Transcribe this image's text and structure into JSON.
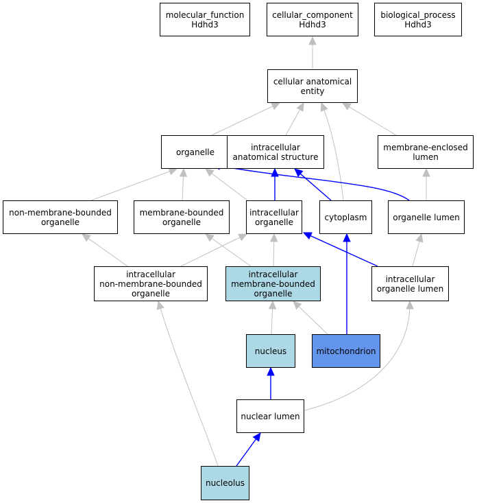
{
  "colors": {
    "is_a_edge": "#c0c0c0",
    "part_of_edge": "#0000ff",
    "node_default": "#ffffff",
    "node_light": "#add8e6",
    "node_focus": "#6495ed"
  },
  "nodes": {
    "molecular_function": {
      "label": "molecular_function\nHdhd3",
      "fill": "#ffffff"
    },
    "cellular_component": {
      "label": "cellular_component\nHdhd3",
      "fill": "#ffffff"
    },
    "biological_process": {
      "label": "biological_process\nHdhd3",
      "fill": "#ffffff"
    },
    "cellular_anatomical_entity": {
      "label": "cellular anatomical\nentity",
      "fill": "#ffffff"
    },
    "organelle": {
      "label": "organelle",
      "fill": "#ffffff"
    },
    "intracellular_anatomical_structure": {
      "label": "intracellular\nanatomical structure",
      "fill": "#ffffff"
    },
    "membrane_enclosed_lumen": {
      "label": "membrane-enclosed\nlumen",
      "fill": "#ffffff"
    },
    "non_membrane_bounded_organelle": {
      "label": "non-membrane-bounded\norganelle",
      "fill": "#ffffff"
    },
    "membrane_bounded_organelle": {
      "label": "membrane-bounded\norganelle",
      "fill": "#ffffff"
    },
    "intracellular_organelle": {
      "label": "intracellular\norganelle",
      "fill": "#ffffff"
    },
    "cytoplasm": {
      "label": "cytoplasm",
      "fill": "#ffffff"
    },
    "organelle_lumen": {
      "label": "organelle lumen",
      "fill": "#ffffff"
    },
    "intracellular_non_membrane_bounded_organelle": {
      "label": "intracellular\nnon-membrane-bounded\norganelle",
      "fill": "#ffffff"
    },
    "intracellular_membrane_bounded_organelle": {
      "label": "intracellular\nmembrane-bounded\norganelle",
      "fill": "#add8e6"
    },
    "intracellular_organelle_lumen": {
      "label": "intracellular\norganelle lumen",
      "fill": "#ffffff"
    },
    "nucleus": {
      "label": "nucleus",
      "fill": "#add8e6"
    },
    "mitochondrion": {
      "label": "mitochondrion",
      "fill": "#6495ed"
    },
    "nuclear_lumen": {
      "label": "nuclear lumen",
      "fill": "#ffffff"
    },
    "nucleolus": {
      "label": "nucleolus",
      "fill": "#add8e6"
    }
  },
  "edges": [
    {
      "from": "cellular_anatomical_entity",
      "to": "cellular_component",
      "type": "is_a"
    },
    {
      "from": "organelle",
      "to": "cellular_anatomical_entity",
      "type": "is_a"
    },
    {
      "from": "intracellular_anatomical_structure",
      "to": "cellular_anatomical_entity",
      "type": "is_a"
    },
    {
      "from": "cytoplasm",
      "to": "cellular_anatomical_entity",
      "type": "is_a"
    },
    {
      "from": "membrane_enclosed_lumen",
      "to": "cellular_anatomical_entity",
      "type": "is_a"
    },
    {
      "from": "non_membrane_bounded_organelle",
      "to": "organelle",
      "type": "is_a"
    },
    {
      "from": "membrane_bounded_organelle",
      "to": "organelle",
      "type": "is_a"
    },
    {
      "from": "intracellular_organelle",
      "to": "organelle",
      "type": "is_a"
    },
    {
      "from": "intracellular_organelle",
      "to": "intracellular_anatomical_structure",
      "type": "part_of"
    },
    {
      "from": "cytoplasm",
      "to": "intracellular_anatomical_structure",
      "type": "part_of"
    },
    {
      "from": "organelle_lumen",
      "to": "organelle",
      "type": "part_of"
    },
    {
      "from": "organelle_lumen",
      "to": "membrane_enclosed_lumen",
      "type": "is_a"
    },
    {
      "from": "intracellular_non_membrane_bounded_organelle",
      "to": "non_membrane_bounded_organelle",
      "type": "is_a"
    },
    {
      "from": "intracellular_non_membrane_bounded_organelle",
      "to": "intracellular_organelle",
      "type": "is_a"
    },
    {
      "from": "intracellular_membrane_bounded_organelle",
      "to": "membrane_bounded_organelle",
      "type": "is_a"
    },
    {
      "from": "intracellular_membrane_bounded_organelle",
      "to": "intracellular_organelle",
      "type": "is_a"
    },
    {
      "from": "intracellular_organelle_lumen",
      "to": "organelle_lumen",
      "type": "is_a"
    },
    {
      "from": "intracellular_organelle_lumen",
      "to": "intracellular_organelle",
      "type": "part_of"
    },
    {
      "from": "nucleus",
      "to": "intracellular_membrane_bounded_organelle",
      "type": "is_a"
    },
    {
      "from": "mitochondrion",
      "to": "intracellular_membrane_bounded_organelle",
      "type": "is_a"
    },
    {
      "from": "mitochondrion",
      "to": "cytoplasm",
      "type": "part_of"
    },
    {
      "from": "nuclear_lumen",
      "to": "nucleus",
      "type": "part_of"
    },
    {
      "from": "nuclear_lumen",
      "to": "intracellular_organelle_lumen",
      "type": "is_a"
    },
    {
      "from": "nucleolus",
      "to": "nuclear_lumen",
      "type": "part_of"
    },
    {
      "from": "nucleolus",
      "to": "intracellular_non_membrane_bounded_organelle",
      "type": "is_a"
    }
  ]
}
